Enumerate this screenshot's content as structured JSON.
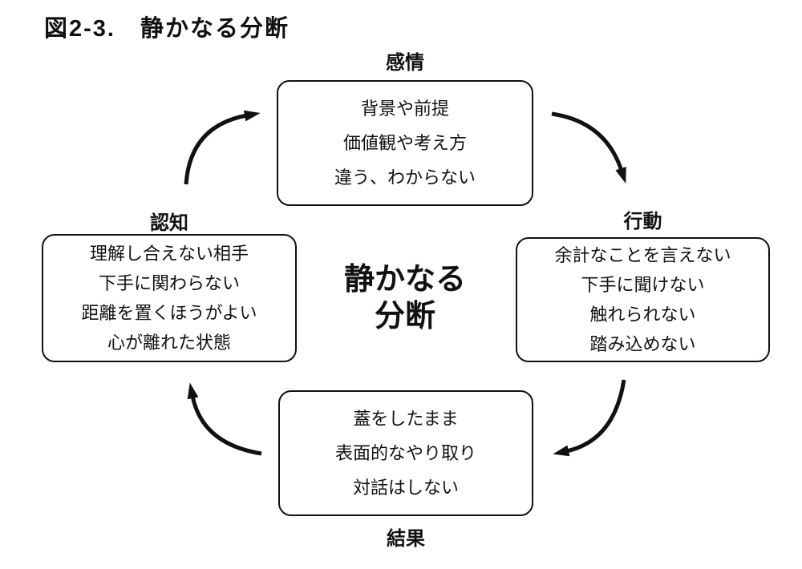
{
  "title": "図2-3.　静かなる分断",
  "center": {
    "line1": "静かなる",
    "line2": "分断"
  },
  "nodes": {
    "emotion": {
      "label": "感情",
      "lines": [
        "背景や前提",
        "価値観や考え方",
        "違う、わからない"
      ]
    },
    "action": {
      "label": "行動",
      "lines": [
        "余計なことを言えない",
        "下手に聞けない",
        "触れられない",
        "踏み込めない"
      ]
    },
    "result": {
      "label": "結果",
      "lines": [
        "蓋をしたまま",
        "表面的なやり取り",
        "対話はしない"
      ]
    },
    "cognition": {
      "label": "認知",
      "lines": [
        "理解し合えない相手",
        "下手に関わらない",
        "距離を置くほうがよい",
        "心が離れた状態"
      ]
    }
  },
  "colors": {
    "ink": "#111111",
    "background": "#ffffff"
  }
}
